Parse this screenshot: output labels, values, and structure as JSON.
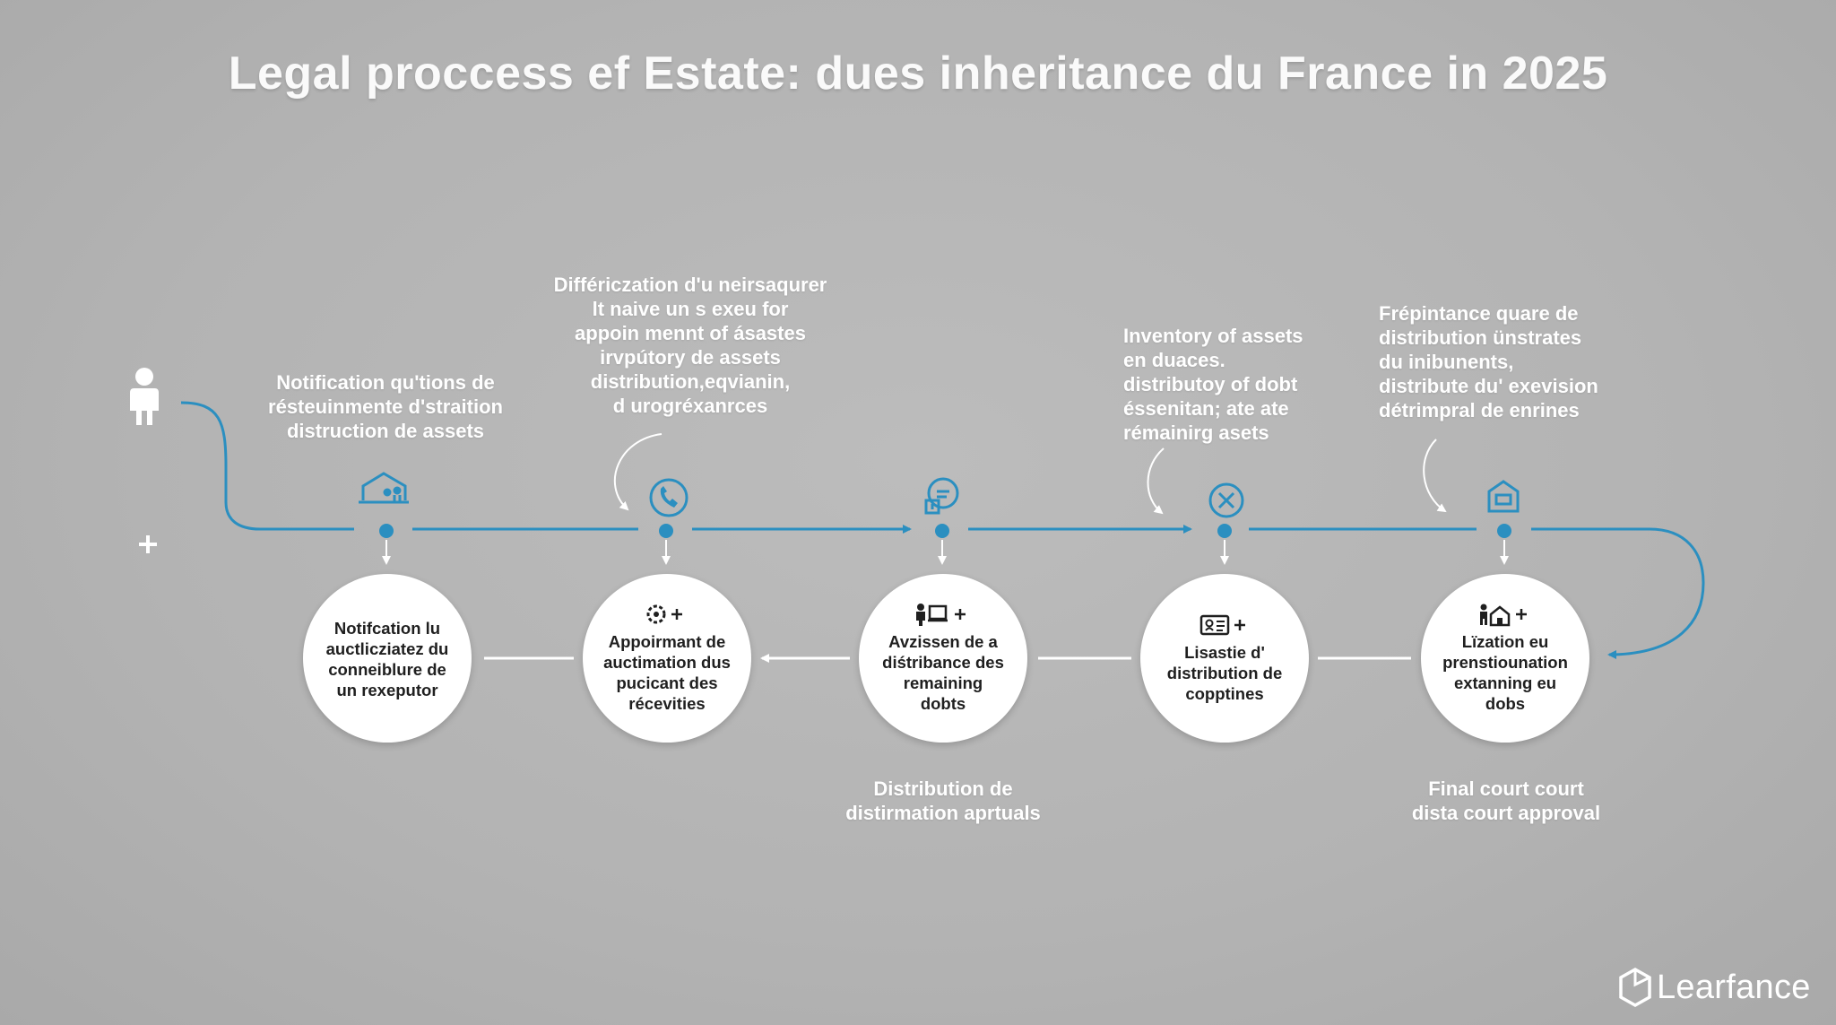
{
  "title": "Legal proccess ef Estate: dues inheritance du France in 2025",
  "top_notes": [
    {
      "lines": [
        "Notification qu'tions de",
        "résteuinmente d'straition",
        "distruction de assets"
      ]
    },
    {
      "lines": [
        "Différiczation d'u neirsaqurer",
        "lt naive un s exeu for",
        "appoin mennt of ásastes",
        "irvpútory de assets",
        "distribution,eqvianin,",
        "d urogréxanrces"
      ]
    },
    {
      "lines": [
        "Inventory of assets",
        "en duaces.",
        "distributoy of dobt",
        "éssenitan; ate ate",
        "rémainirg asets"
      ]
    },
    {
      "lines": [
        "Frépintance quare de",
        "distribution ünstrates",
        "du inibunents,",
        "distribute du' exevision",
        "détrimpral de enrines"
      ]
    }
  ],
  "steps": [
    {
      "icon": "house-with-people-icon",
      "circle_icon": "",
      "lines": [
        "Notifcation lu",
        "auctlicziatez du",
        "conneiblure de",
        "un rexeputor"
      ]
    },
    {
      "icon": "phone-icon",
      "circle_icon": "gear-plus-icon",
      "lines": [
        "Appoirmant de",
        "auctimation dus",
        "pucicant des",
        "récevities"
      ]
    },
    {
      "icon": "chat-document-icon",
      "circle_icon": "person-screen-plus-icon",
      "lines": [
        "Avzissen de a",
        "diśtribance des",
        "remaining",
        "dobts"
      ]
    },
    {
      "icon": "collapse-arrows-icon",
      "circle_icon": "id-card-plus-icon",
      "lines": [
        "Lisastie d'",
        "distribution de",
        "copptines"
      ]
    },
    {
      "icon": "house-outline-icon",
      "circle_icon": "people-house-plus-icon",
      "lines": [
        "Lïzation eu",
        "prenstiounation",
        "extanning eu",
        "dobs"
      ]
    }
  ],
  "bottom_notes": [
    {
      "lines": [
        "Distribution de",
        "distirmation aprtuals"
      ]
    },
    {
      "lines": [
        "Final court court",
        "dista court approval"
      ]
    }
  ],
  "side_icons": [
    "person-icon",
    "plus-icon"
  ],
  "logo": {
    "text": "Learfance",
    "icon": "hexagon-logo-icon"
  },
  "colors": {
    "background": "#b5b5b5",
    "accent": "#2b8fc0",
    "line_white": "#ffffff",
    "text": "#ffffff",
    "circle_text": "#1f1f1f"
  }
}
